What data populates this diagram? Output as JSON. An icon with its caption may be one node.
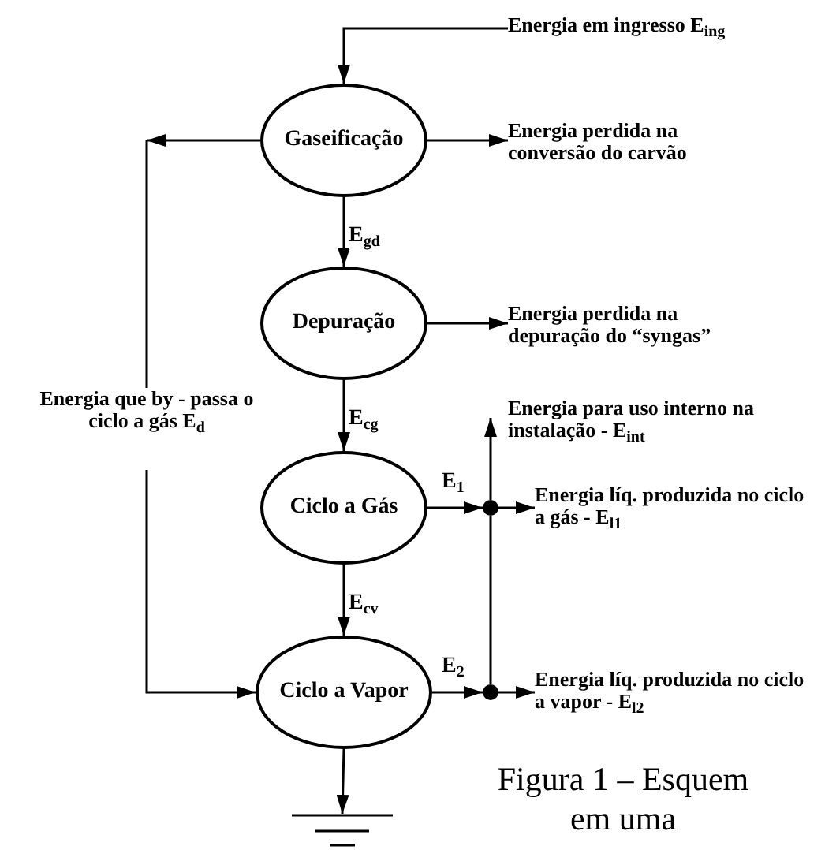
{
  "diagram": {
    "caption": "Figura 1 – Esquem em uma",
    "nodes": [
      {
        "text": [
          "Gaseificação"
        ]
      },
      {
        "text": [
          "Depuração"
        ]
      },
      {
        "text": [
          "Ciclo a Gás"
        ]
      },
      {
        "text": [
          "Ciclo a Vapor"
        ]
      },
      {
        "text": [
          "Energia em ingresso E$_{ing}$"
        ]
      },
      {
        "text": [
          "Energia perdida na conversão do carvão"
        ]
      },
      {
        "text": [
          "Energia perdida na depuração do “syngas”"
        ]
      },
      {
        "text": [
          "Energia que by - passa o ciclo a gás E$_{d}$"
        ]
      },
      {
        "text": [
          "Energia para uso interno na instalação - E$_{int}$"
        ]
      },
      {
        "text": [],
        "shape": "circle"
      },
      {
        "text": [
          "Energia líq. produzida no ciclo a gás - E$_{l1}$"
        ]
      },
      {
        "text": [],
        "shape": "circle"
      },
      {
        "text": [
          "Energia líq. produzida no ciclo a vapor - E$_{l2}$"
        ]
      },
      {
        "text": [],
        "shape": "ground"
      }
    ],
    "edges": [
      {
        "from": 4,
        "to": 0,
        "arrow": "to"
      },
      {
        "from": 0,
        "to": 5,
        "arrow": "to"
      },
      {
        "from": 0,
        "to": 1,
        "arrow": "to",
        "label": "E$_{gd}$"
      },
      {
        "from": 0,
        "to": null,
        "arrow": "to"
      },
      {
        "from": 1,
        "to": 6,
        "arrow": "to"
      },
      {
        "from": 1,
        "to": 2,
        "arrow": "to",
        "label": "E$_{cg}$"
      },
      {
        "from": 7,
        "to": 3,
        "arrow": "to"
      },
      {
        "from": 2,
        "to": 9,
        "arrow": "to",
        "label": "E$_{1}$"
      },
      {
        "from": 9,
        "to": 10,
        "arrow": "to"
      },
      {
        "from": 2,
        "to": 3,
        "arrow": "to",
        "label": "E$_{cv}$"
      },
      {
        "from": 3,
        "to": 11,
        "arrow": "to",
        "label": "E$_{2}$"
      },
      {
        "from": 11,
        "to": 12,
        "arrow": "to"
      },
      {
        "from": 11,
        "to": 9,
        "arrow": "none"
      },
      {
        "from": 9,
        "to": 8,
        "arrow": "to"
      },
      {
        "from": 3,
        "to": 13,
        "arrow": "to"
      },
      {
        "from": null,
        "to": 7,
        "arrow": "none"
      }
    ]
  }
}
